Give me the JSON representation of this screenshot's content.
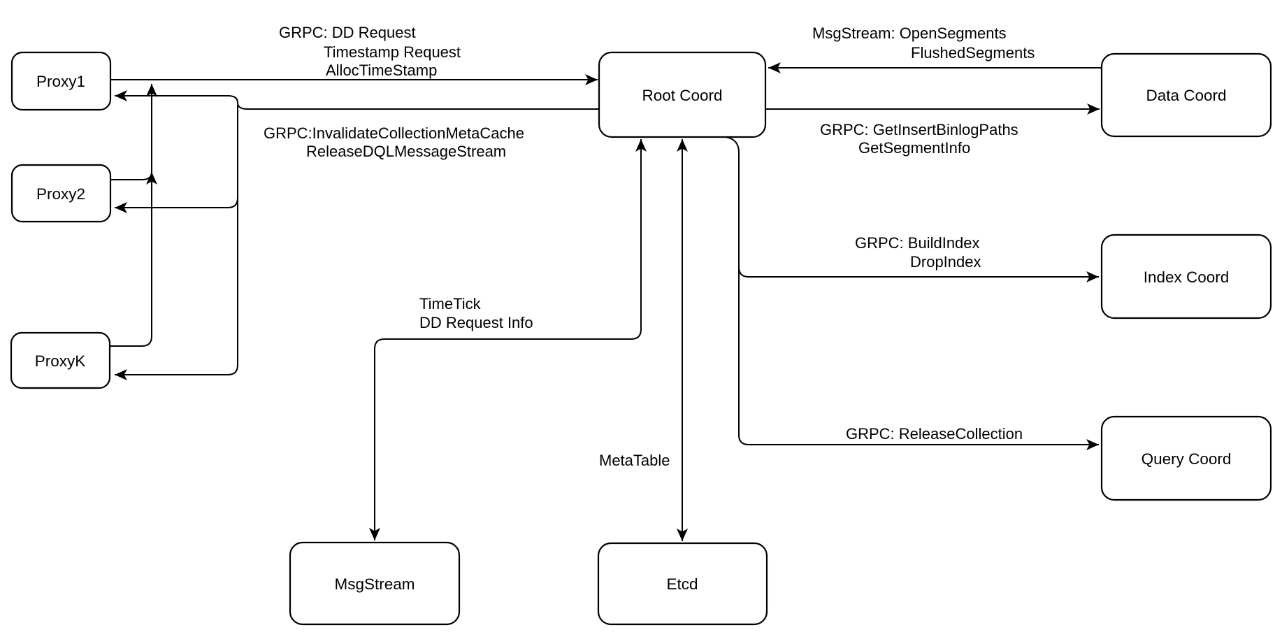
{
  "diagram": {
    "type": "architecture-flow-diagram",
    "colors": {
      "background": "#ffffff",
      "line": "#000000",
      "node_fill": "#ffffff",
      "node_border": "#000000",
      "text": "#000000"
    },
    "nodes": {
      "proxy1": {
        "label": "Proxy1"
      },
      "proxy2": {
        "label": "Proxy2"
      },
      "proxyk": {
        "label": "ProxyK"
      },
      "root_coord": {
        "label": "Root Coord"
      },
      "data_coord": {
        "label": "Data Coord"
      },
      "index_coord": {
        "label": "Index Coord"
      },
      "query_coord": {
        "label": "Query Coord"
      },
      "msgstream": {
        "label": "MsgStream"
      },
      "etcd": {
        "label": "Etcd"
      }
    },
    "edges": {
      "proxies_to_root": {
        "from": "Proxy1/Proxy2/ProxyK",
        "to": "Root Coord",
        "direction": "to-root",
        "label_lines": [
          "GRPC: DD Request",
          "Timestamp Request",
          "AllocTimeStamp"
        ]
      },
      "root_to_proxies": {
        "from": "Root Coord",
        "to": "Proxy1/Proxy2/ProxyK",
        "direction": "to-proxies",
        "label_lines": [
          "GRPC:InvalidateCollectionMetaCache",
          "ReleaseDQLMessageStream"
        ]
      },
      "data_to_root": {
        "from": "Data Coord",
        "to": "Root Coord",
        "direction": "to-root",
        "label_lines": [
          "MsgStream: OpenSegments",
          "FlushedSegments"
        ]
      },
      "root_to_data": {
        "from": "Root Coord",
        "to": "Data Coord",
        "direction": "to-data",
        "label_lines": [
          "GRPC: GetInsertBinlogPaths",
          "GetSegmentInfo"
        ]
      },
      "root_to_index": {
        "from": "Root Coord",
        "to": "Index Coord",
        "direction": "to-index",
        "label_lines": [
          "GRPC: BuildIndex",
          "DropIndex"
        ]
      },
      "root_to_query": {
        "from": "Root Coord",
        "to": "Query Coord",
        "direction": "to-query",
        "label_lines": [
          "GRPC: ReleaseCollection"
        ]
      },
      "root_msgstream": {
        "from": "Root Coord",
        "to": "MsgStream",
        "direction": "bidirectional",
        "label_lines": [
          "TimeTick",
          "DD Request Info"
        ]
      },
      "root_etcd": {
        "from": "Root Coord",
        "to": "Etcd",
        "direction": "bidirectional",
        "label_lines": [
          "MetaTable"
        ]
      }
    }
  }
}
